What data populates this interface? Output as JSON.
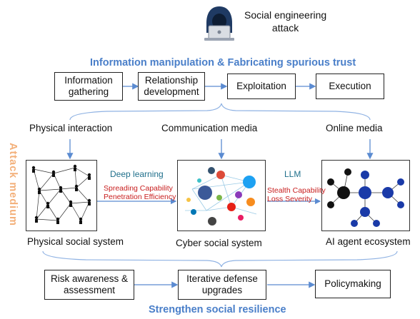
{
  "header": {
    "attack_label": "Social engineering\nattack",
    "title": "Information manipulation & Fabricating spurious trust"
  },
  "stages": [
    "Information\ngathering",
    "Relationship\ndevelopment",
    "Exploitation",
    "Execution"
  ],
  "side_label": "Attack medium",
  "media": [
    "Physical interaction",
    "Communication media",
    "Online media"
  ],
  "tech": {
    "left": {
      "name": "Deep learning",
      "notes": [
        "Spreading Capability",
        "Penetration Efficiency"
      ]
    },
    "right": {
      "name": "LLM",
      "notes": [
        "Stealth Capability",
        "Loss Severity"
      ]
    }
  },
  "systems": [
    "Physical social system",
    "Cyber social system",
    "AI agent ecosystem"
  ],
  "resilience": [
    "Risk awareness &\nassessment",
    "Iterative defense\nupgrades",
    "Policymaking"
  ],
  "footer_title": "Strengthen social resilience",
  "colors": {
    "accent": "#4a7fc9",
    "warning": "#c81e1e",
    "side": "#f3b07a",
    "teal": "#1f6f8b"
  }
}
